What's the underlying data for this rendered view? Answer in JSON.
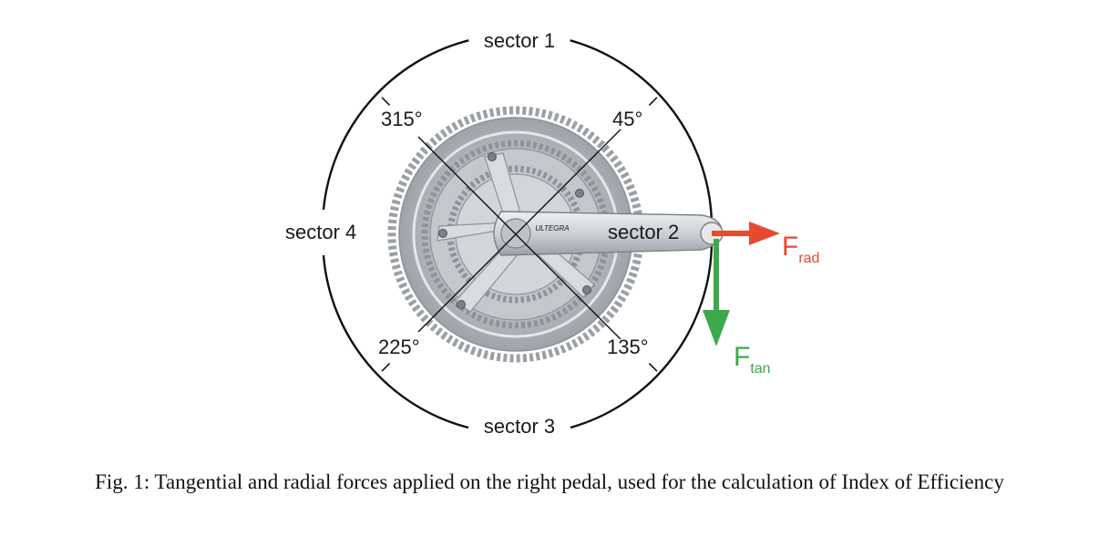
{
  "figure": {
    "sectors": {
      "top": "sector 1",
      "right": "sector 2",
      "bottom": "sector 3",
      "left": "sector 4"
    },
    "angles": {
      "upper_right": "45°",
      "lower_right": "135°",
      "lower_left": "225°",
      "upper_left": "315°"
    },
    "forces": {
      "radial": {
        "main": "F",
        "sub": "rad",
        "color": "#e64a2e"
      },
      "tangential": {
        "main": "F",
        "sub": "tan",
        "color": "#3aab48"
      }
    },
    "crank_brand": "ULTEGRA"
  },
  "caption": "Fig. 1: Tangential and radial forces applied on the right pedal, used for the calculation of Index of Efficiency"
}
